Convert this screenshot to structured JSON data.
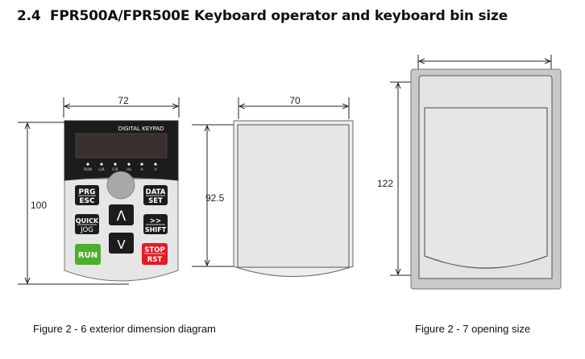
{
  "section": {
    "number": "2.4",
    "title": "FPR500A/FPR500E Keyboard operator and keyboard bin size"
  },
  "figure_6": {
    "caption": "Figure 2 - 6  exterior dimension diagram",
    "keypad": {
      "panel_label": "DIGITAL KEYPAD",
      "indicators": [
        "RUN",
        "L/R",
        "F/R",
        "Hz",
        "A",
        "V"
      ],
      "buttons": {
        "prg": "PRG",
        "esc": "ESC",
        "data": "DATA",
        "set": "SET",
        "quick": "QUICK",
        "jog": "JOG",
        "up": "Λ",
        "down": "V",
        "shift_arrows": ">>",
        "shift": "SHIFT",
        "run": "RUN",
        "stop": "STOP",
        "rst": "RST"
      },
      "colors": {
        "run": "#4caf2e",
        "stop": "#e31b23",
        "body": "#1c1c1c",
        "lower": "#e6e6e6"
      }
    },
    "dimensions": {
      "front_width": "72",
      "front_height": "100",
      "side_width": "70",
      "side_height": "92.5"
    }
  },
  "figure_7": {
    "caption": "Figure 2 - 7  opening size",
    "dimensions": {
      "height": "122"
    }
  }
}
